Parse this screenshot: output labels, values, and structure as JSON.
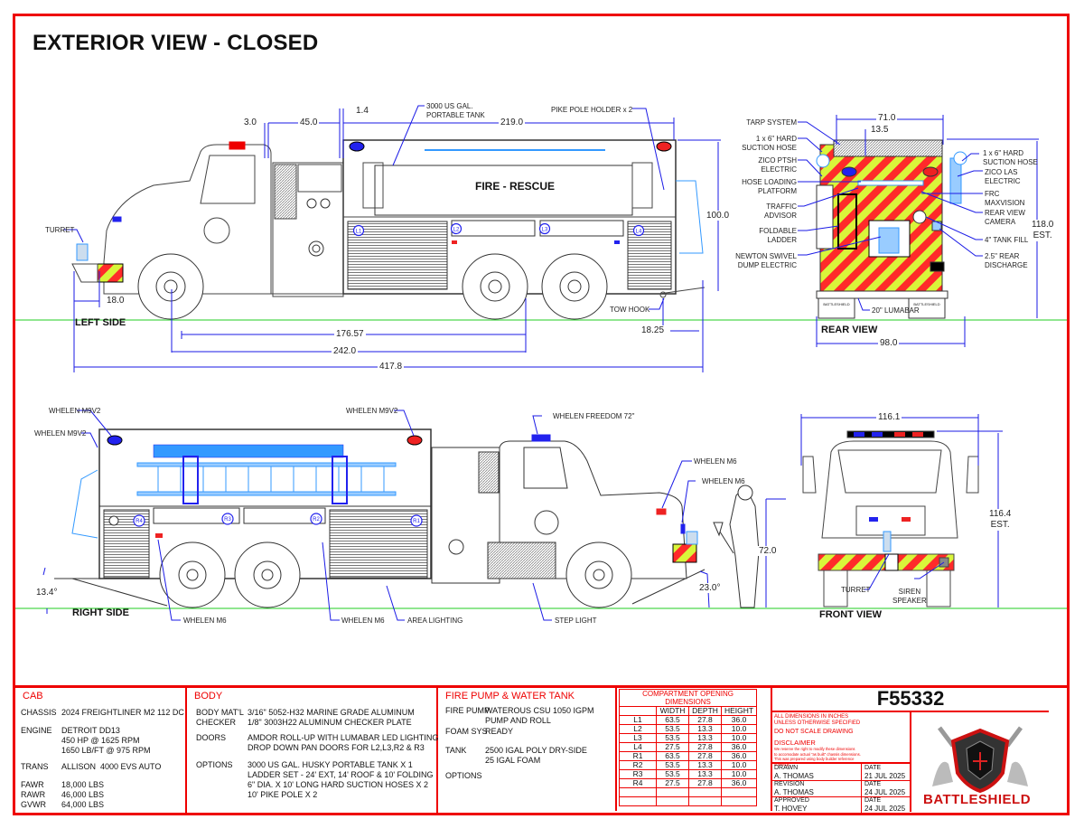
{
  "page": {
    "title": "EXTERIOR VIEW - CLOSED",
    "accent_color": "#e00000",
    "dimension_color": "#1a1ae6",
    "ground_line_color": "#22cc22"
  },
  "views": {
    "left_side": "LEFT SIDE",
    "rear": "REAR VIEW",
    "right_side": "RIGHT SIDE",
    "front": "FRONT VIEW"
  },
  "left_side": {
    "dims": {
      "d3": "3.0",
      "d45": "45.0",
      "d1_4": "1.4",
      "d219": "219.0",
      "d100": "100.0",
      "d18": "18.0",
      "d176": "176.57",
      "d242": "242.0",
      "d417": "417.8",
      "d18_25": "18.25"
    },
    "callouts": {
      "portable_tank": "3000 US GAL.\nPORTABLE TANK",
      "pike_pole": "PIKE POLE HOLDER x 2",
      "turret": "TURRET",
      "tow_hook": "TOW HOOK"
    },
    "body_text": "FIRE - RESCUE",
    "compartments": [
      "L1",
      "L2",
      "L3",
      "L4"
    ]
  },
  "rear": {
    "dims": {
      "width_top": "71.0",
      "d13_5": "13.5",
      "height": "118.0\nEST.",
      "width_bottom": "98.0"
    },
    "callouts_left": [
      "TARP SYSTEM",
      "1 x 6\" HARD\nSUCTION HOSE",
      "ZICO PTSH\nELECTRIC",
      "HOSE LOADING\nPLATFORM",
      "TRAFFIC\nADVISOR",
      "FOLDABLE\nLADDER",
      "NEWTON SWIVEL\nDUMP ELECTRIC"
    ],
    "callouts_right": [
      "1 x 6\" HARD\nSUCTION HOSE",
      "ZICO LAS\nELECTRIC",
      "FRC\nMAXVISION",
      "REAR VIEW\nCAMERA",
      "4\" TANK FILL",
      "2.5\" REAR\nDISCHARGE"
    ],
    "lumabar": "20\" LUMABAR",
    "brand_plate": "BATTLESHIELD"
  },
  "right_side": {
    "callouts": {
      "m9v2_a": "WHELEN M9V2",
      "m9v2_b": "WHELEN M9V2",
      "m9v2_c": "WHELEN M9V2",
      "freedom": "WHELEN FREEDOM 72\"",
      "m6_a": "WHELEN M6",
      "m6_b": "WHELEN M6",
      "m6_c": "WHELEN M6",
      "m6_d": "WHELEN M6",
      "area_lighting": "AREA LIGHTING",
      "step_light": "STEP LIGHT"
    },
    "dims": {
      "angle_rear": "13.4°",
      "angle_front": "23.0°",
      "person_height": "72.0"
    },
    "compartments": [
      "R4",
      "R3",
      "R2",
      "R1"
    ]
  },
  "front": {
    "dims": {
      "width": "116.1",
      "height": "116.4\nEST."
    },
    "callouts": {
      "turret": "TURRET",
      "siren": "SIREN\nSPEAKER"
    }
  },
  "title_block": {
    "cab": {
      "heading": "CAB",
      "rows": [
        {
          "key": "CHASSIS",
          "value": "2024 FREIGHTLINER M2 112 DC"
        },
        {
          "key": "ENGINE",
          "value": "DETROIT DD13\n450 HP @ 1625 RPM\n1650 LB/FT @ 975 RPM"
        },
        {
          "key": "TRANS",
          "value": "ALLISON  4000 EVS AUTO"
        },
        {
          "key": "FAWR\nRAWR\nGVWR",
          "value": "18,000 LBS\n46,000 LBS\n64,000 LBS"
        }
      ]
    },
    "body": {
      "heading": "BODY",
      "rows": [
        {
          "key": "BODY MAT'L\nCHECKER",
          "value": "3/16\" 5052-H32 MARINE GRADE ALUMINUM\n1/8\" 3003H22 ALUMINUM CHECKER PLATE"
        },
        {
          "key": "DOORS",
          "value": "AMDOR ROLL-UP WITH LUMABAR LED LIGHTING\nDROP DOWN PAN DOORS FOR L2,L3,R2 & R3"
        },
        {
          "key": "OPTIONS",
          "value": "3000 US GAL. HUSKY PORTABLE TANK X 1\nLADDER SET - 24' EXT, 14' ROOF & 10' FOLDING\n6\" DIA. X 10' LONG HARD SUCTION HOSES X 2\n10' PIKE POLE X 2"
        }
      ]
    },
    "pump": {
      "heading": "FIRE PUMP & WATER TANK",
      "rows": [
        {
          "key": "FIRE PUMP",
          "value": "WATEROUS CSU 1050 IGPM\nPUMP AND ROLL"
        },
        {
          "key": "FOAM SYS",
          "value": "READY"
        },
        {
          "key": "TANK",
          "value": "2500 IGAL POLY DRY-SIDE\n25 IGAL FOAM"
        },
        {
          "key": "OPTIONS",
          "value": ""
        }
      ]
    },
    "compartments": {
      "heading": "COMPARTMENT OPENING DIMENSIONS",
      "columns": [
        "",
        "WIDTH",
        "DEPTH",
        "HEIGHT"
      ],
      "rows": [
        [
          "L1",
          "63.5",
          "27.8",
          "36.0"
        ],
        [
          "L2",
          "53.5",
          "13.3",
          "10.0"
        ],
        [
          "L3",
          "53.5",
          "13.3",
          "10.0"
        ],
        [
          "L4",
          "27.5",
          "27.8",
          "36.0"
        ],
        [
          "R1",
          "63.5",
          "27.8",
          "36.0"
        ],
        [
          "R2",
          "53.5",
          "13.3",
          "10.0"
        ],
        [
          "R3",
          "53.5",
          "13.3",
          "10.0"
        ],
        [
          "R4",
          "27.5",
          "27.8",
          "36.0"
        ],
        [
          "",
          "",
          "",
          ""
        ],
        [
          "",
          "",
          "",
          ""
        ]
      ]
    },
    "drawing_number": "F55332",
    "notes": {
      "units": "ALL DIMENSIONS IN INCHES\nUNLESS OTHERWISE SPECIFIED",
      "scale": "DO NOT SCALE DRAWING",
      "disclaimer_heading": "DISCLAIMER",
      "disclaimer": "We reserve the right to modify these dimensions\nto accomodate actual \"as built\" chassis dimensions.\nThis was prepared using body builder reference\ndrawings."
    },
    "signoff": [
      {
        "role": "DRAWN",
        "name": "A. THOMAS",
        "date_label": "DATE",
        "date": "21 JUL 2025"
      },
      {
        "role": "REVISION",
        "name": "A. THOMAS",
        "date_label": "DATE",
        "date": "24 JUL 2025"
      },
      {
        "role": "APPROVED",
        "name": "T. HOVEY",
        "date_label": "DATE",
        "date": "24 JUL 2025"
      }
    ],
    "logo_text": "BATTLESHIELD"
  }
}
